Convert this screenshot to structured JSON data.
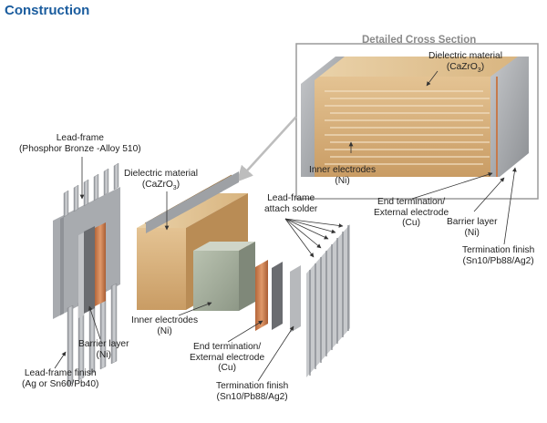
{
  "title": "Construction",
  "cross_section": {
    "title": "Detailed Cross Section",
    "dielectric": [
      "Dielectric material",
      "(CaZrO",
      "3",
      ")"
    ],
    "inner": [
      "Inner electrodes",
      "(Ni)"
    ],
    "end_term": [
      "End termination/",
      "External electrode",
      "(Cu)"
    ],
    "barrier": [
      "Barrier layer",
      "(Ni)"
    ],
    "finish": [
      "Termination finish",
      "(Sn10/Pb88/Ag2)"
    ]
  },
  "exploded": {
    "leadframe": [
      "Lead-frame",
      "(Phosphor Bronze -Alloy 510)"
    ],
    "dielectric": [
      "Dielectric material",
      "(CaZrO",
      "3",
      ")"
    ],
    "solder": [
      "Lead-frame",
      "attach solder"
    ],
    "inner": [
      "Inner electrodes",
      "(Ni)"
    ],
    "barrier": [
      "Barrier layer",
      "(Ni)"
    ],
    "end_term": [
      "End termination/",
      "External electrode",
      "(Cu)"
    ],
    "lf_finish": [
      "Lead-frame finish",
      "(Ag or Sn60/Pb40)"
    ],
    "term_finish": [
      "Termination finish",
      "(Sn10/Pb88/Ag2)"
    ]
  },
  "colors": {
    "title": "#1a5c9e",
    "dielectric": "#d6b07c",
    "copper": "#c67a4c",
    "silver": "#b7b9bc",
    "box_border": "#9a9a9a"
  }
}
